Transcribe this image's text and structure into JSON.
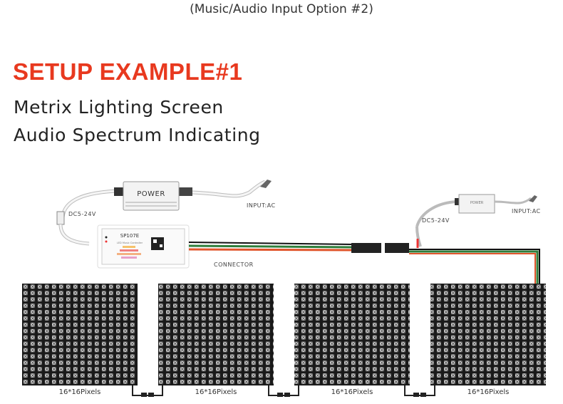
{
  "caption": "(Music/Audio Input Option #2)",
  "title": "SETUP EXAMPLE#1",
  "subtitle_lines": [
    "Metrix Lighting Screen",
    "Audio Spectrum Indicating"
  ],
  "diagram": {
    "power_label": "POWER",
    "input_label": "INPUT:AC",
    "dc_label": "DC5-24V",
    "controller_model": "SP107E",
    "controller_desc": "LED Music Controller",
    "connector_label": "CONNECTOR",
    "panels": [
      {
        "label": "16*16Pixels"
      },
      {
        "label": "16*16Pixels"
      },
      {
        "label": "16*16Pixels"
      },
      {
        "label": "16*16Pixels"
      }
    ],
    "colors": {
      "accent": "#e8391f",
      "wire_green": "#2e7d3a",
      "wire_red": "#e0542a",
      "wire_black": "#111111"
    }
  }
}
